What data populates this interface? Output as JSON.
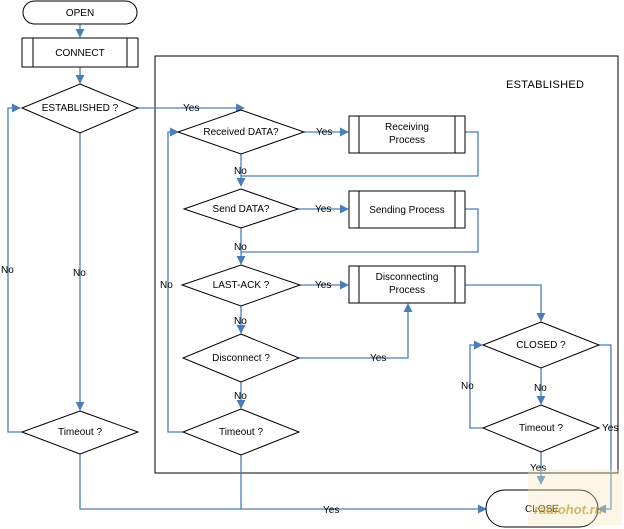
{
  "region_label": "ESTABLISHED",
  "nodes": {
    "open": "OPEN",
    "connect": "CONNECT",
    "established_q": "ESTABLISHED ?",
    "received_data": "Received DATA?",
    "receiving_process": [
      "Receiving",
      "Process"
    ],
    "send_data": "Send DATA?",
    "sending_process": "Sending Process",
    "last_ack": "LAST-ACK ?",
    "disconnecting_process": [
      "Disconnecting",
      "Process"
    ],
    "disconnect_q": "Disconnect ?",
    "closed_q": "CLOSED ?",
    "timeout_left": "Timeout ?",
    "timeout_mid": "Timeout ?",
    "timeout_right": "Timeout ?",
    "close": "CLOSE"
  },
  "edge_labels": {
    "yes": "Yes",
    "no": "No"
  },
  "watermark": "radiohot.ru",
  "colors": {
    "connector": "#4a7ebb",
    "outline": "#000000",
    "background": "#ffffff"
  }
}
